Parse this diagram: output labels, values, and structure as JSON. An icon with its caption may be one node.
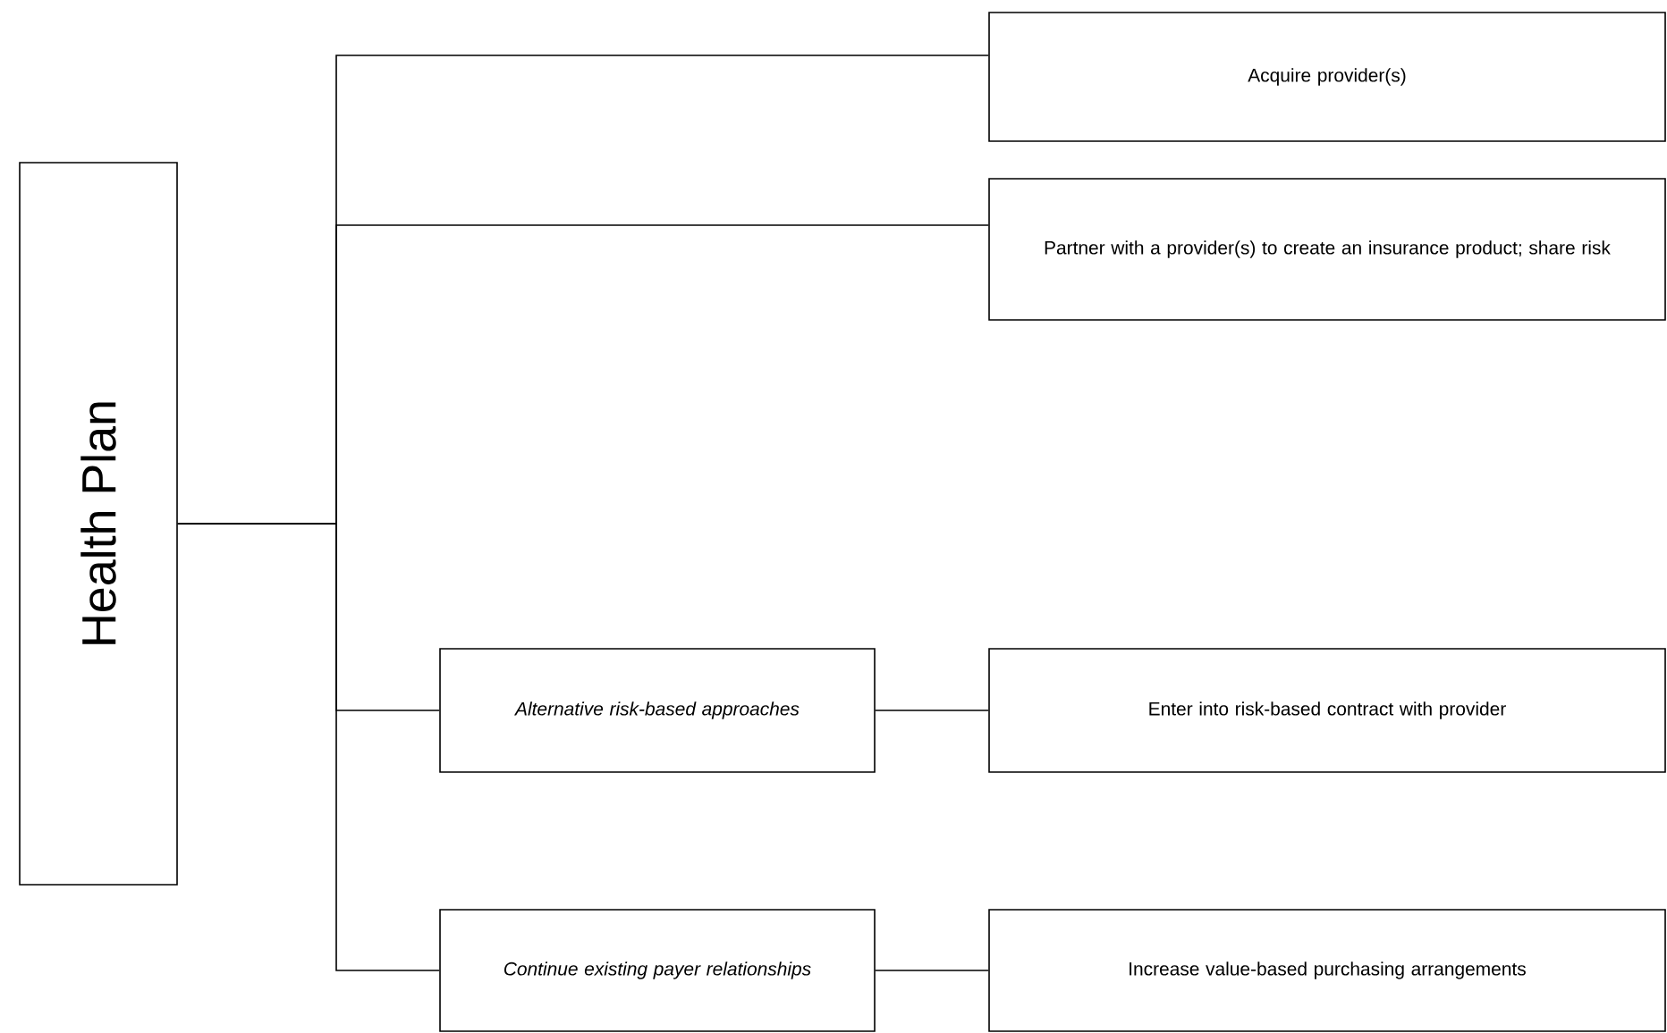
{
  "diagram": {
    "nodes": [
      {
        "text": [
          "Health Plan"
        ]
      },
      {
        "text": [
          "Acquire provider(s)"
        ]
      },
      {
        "text": [
          "Partner with a provider(s) to create an insurance product; share risk"
        ]
      },
      {
        "text": [
          "Alternative risk-based approaches"
        ]
      },
      {
        "text": [
          "Enter into risk-based contract with provider"
        ]
      },
      {
        "text": [
          "Continue existing payer relationships"
        ]
      },
      {
        "text": [
          "Increase value-based purchasing arrangements"
        ]
      }
    ],
    "edges": [
      {
        "from": 0,
        "to": 1,
        "arrow": "none"
      },
      {
        "from": 0,
        "to": 2,
        "arrow": "none"
      },
      {
        "from": 0,
        "to": 3,
        "arrow": "none"
      },
      {
        "from": 3,
        "to": 4,
        "arrow": "none"
      },
      {
        "from": 0,
        "to": 5,
        "arrow": "none"
      },
      {
        "from": 5,
        "to": 6,
        "arrow": "none"
      }
    ]
  }
}
